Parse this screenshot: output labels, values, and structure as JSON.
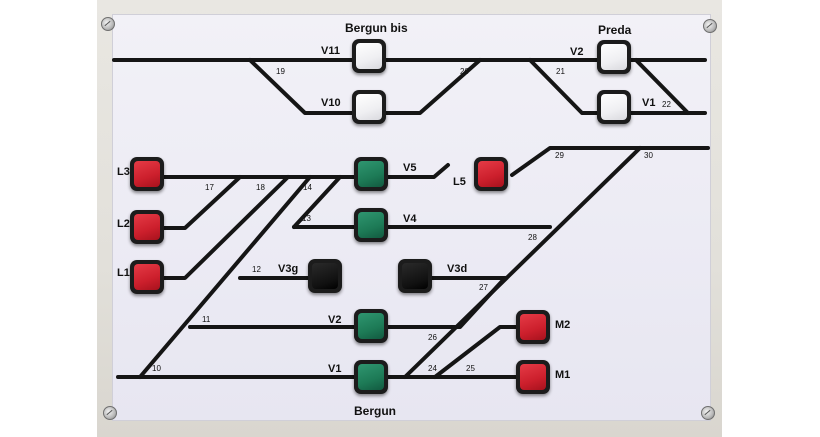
{
  "stations": {
    "top": "Bergun bis",
    "top_right": "Preda",
    "bottom": "Bergun"
  },
  "buttons": [
    {
      "id": "V11",
      "label": "V11",
      "color": "white"
    },
    {
      "id": "V10",
      "label": "V10",
      "color": "white"
    },
    {
      "id": "V2-top",
      "label": "V2",
      "color": "white"
    },
    {
      "id": "V1-top",
      "label": "V1",
      "color": "white"
    },
    {
      "id": "L3",
      "label": "L3",
      "color": "red"
    },
    {
      "id": "L2",
      "label": "L2",
      "color": "red"
    },
    {
      "id": "L1",
      "label": "L1",
      "color": "red"
    },
    {
      "id": "V5",
      "label": "V5",
      "color": "green"
    },
    {
      "id": "V4",
      "label": "V4",
      "color": "green"
    },
    {
      "id": "L5",
      "label": "L5",
      "color": "red"
    },
    {
      "id": "V3g",
      "label": "V3g",
      "color": "black"
    },
    {
      "id": "V3d",
      "label": "V3d",
      "color": "black"
    },
    {
      "id": "V2-bottom",
      "label": "V2",
      "color": "green"
    },
    {
      "id": "V1-bottom",
      "label": "V1",
      "color": "green"
    },
    {
      "id": "M2",
      "label": "M2",
      "color": "red"
    },
    {
      "id": "M1",
      "label": "M1",
      "color": "red"
    }
  ],
  "switch_numbers": [
    "10",
    "11",
    "12",
    "13",
    "14",
    "17",
    "18",
    "19",
    "20",
    "21",
    "22",
    "24",
    "25",
    "26",
    "27",
    "28",
    "29",
    "30"
  ],
  "colors": {
    "red": "#cc1f2c",
    "green": "#1d7a56",
    "white": "#f2f2f4",
    "black": "#111111",
    "track": "#151515"
  }
}
